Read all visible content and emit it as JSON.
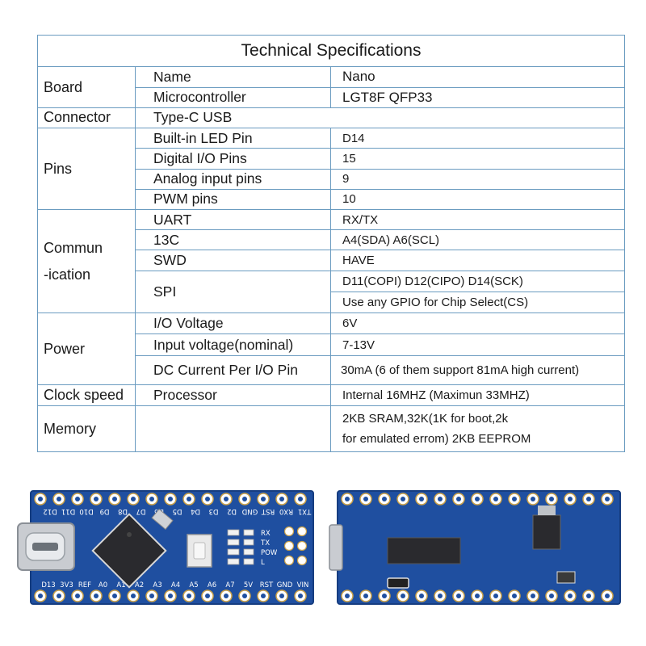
{
  "table": {
    "title": "Technical Specifications",
    "board": {
      "label": "Board",
      "rows": [
        {
          "field": "Name",
          "value": "Nano"
        },
        {
          "field": "Microcontroller",
          "value": "LGT8F QFP33"
        }
      ]
    },
    "connector": {
      "label": "Connector",
      "value": "Type-C USB"
    },
    "pins": {
      "label": "Pins",
      "rows": [
        {
          "field": "Built-in LED Pin",
          "value": "D14"
        },
        {
          "field": "Digital I/O Pins",
          "value": "15"
        },
        {
          "field": "Analog input pins",
          "value": "9"
        },
        {
          "field": "PWM pins",
          "value": "10"
        }
      ]
    },
    "communication": {
      "label_line1": "Commun",
      "label_line2": "-ication",
      "rows": [
        {
          "field": "UART",
          "value": "RX/TX"
        },
        {
          "field": "13C",
          "value": "A4(SDA) A6(SCL)"
        },
        {
          "field": "SWD",
          "value": "HAVE"
        }
      ],
      "spi": {
        "field": "SPI",
        "value_line1": "D11(COPI) D12(CIPO) D14(SCK)",
        "value_line2": "Use any GPIO for Chip Select(CS)"
      }
    },
    "power": {
      "label": "Power",
      "rows": [
        {
          "field": "I/O Voltage",
          "value": "6V"
        },
        {
          "field": "Input voltage(nominal)",
          "value": "7-13V"
        },
        {
          "field": "DC Current Per I/O Pin",
          "value": "30mA (6 of them support 81mA high current)"
        }
      ]
    },
    "clock": {
      "label": "Clock speed",
      "field": "Processor",
      "value": "Internal 16MHZ (Maximun 33MHZ)"
    },
    "memory": {
      "label": "Memory",
      "value_line1": "2KB SRAM,32K(1K for boot,2k",
      "value_line2": "for emulated errom) 2KB EEPROM"
    }
  },
  "front_board": {
    "top_pins": [
      "D12",
      "D11",
      "D10",
      "D9",
      "D8",
      "D7",
      "D6",
      "D5",
      "D4",
      "D3",
      "D2",
      "GND",
      "RST",
      "RX0",
      "TX1"
    ],
    "bottom_pins": [
      "D13",
      "3V3",
      "REF",
      "A0",
      "A1",
      "A2",
      "A3",
      "A4",
      "A5",
      "A6",
      "A7",
      "5V",
      "RST",
      "GND",
      "VIN"
    ],
    "led_labels": [
      "RX",
      "TX",
      "POW",
      "L"
    ]
  },
  "colors": {
    "pcb": "#1f4fa0",
    "pcb_edge": "#163d80",
    "table_border": "#6a9bc0",
    "silkscreen": "#ffffff"
  }
}
